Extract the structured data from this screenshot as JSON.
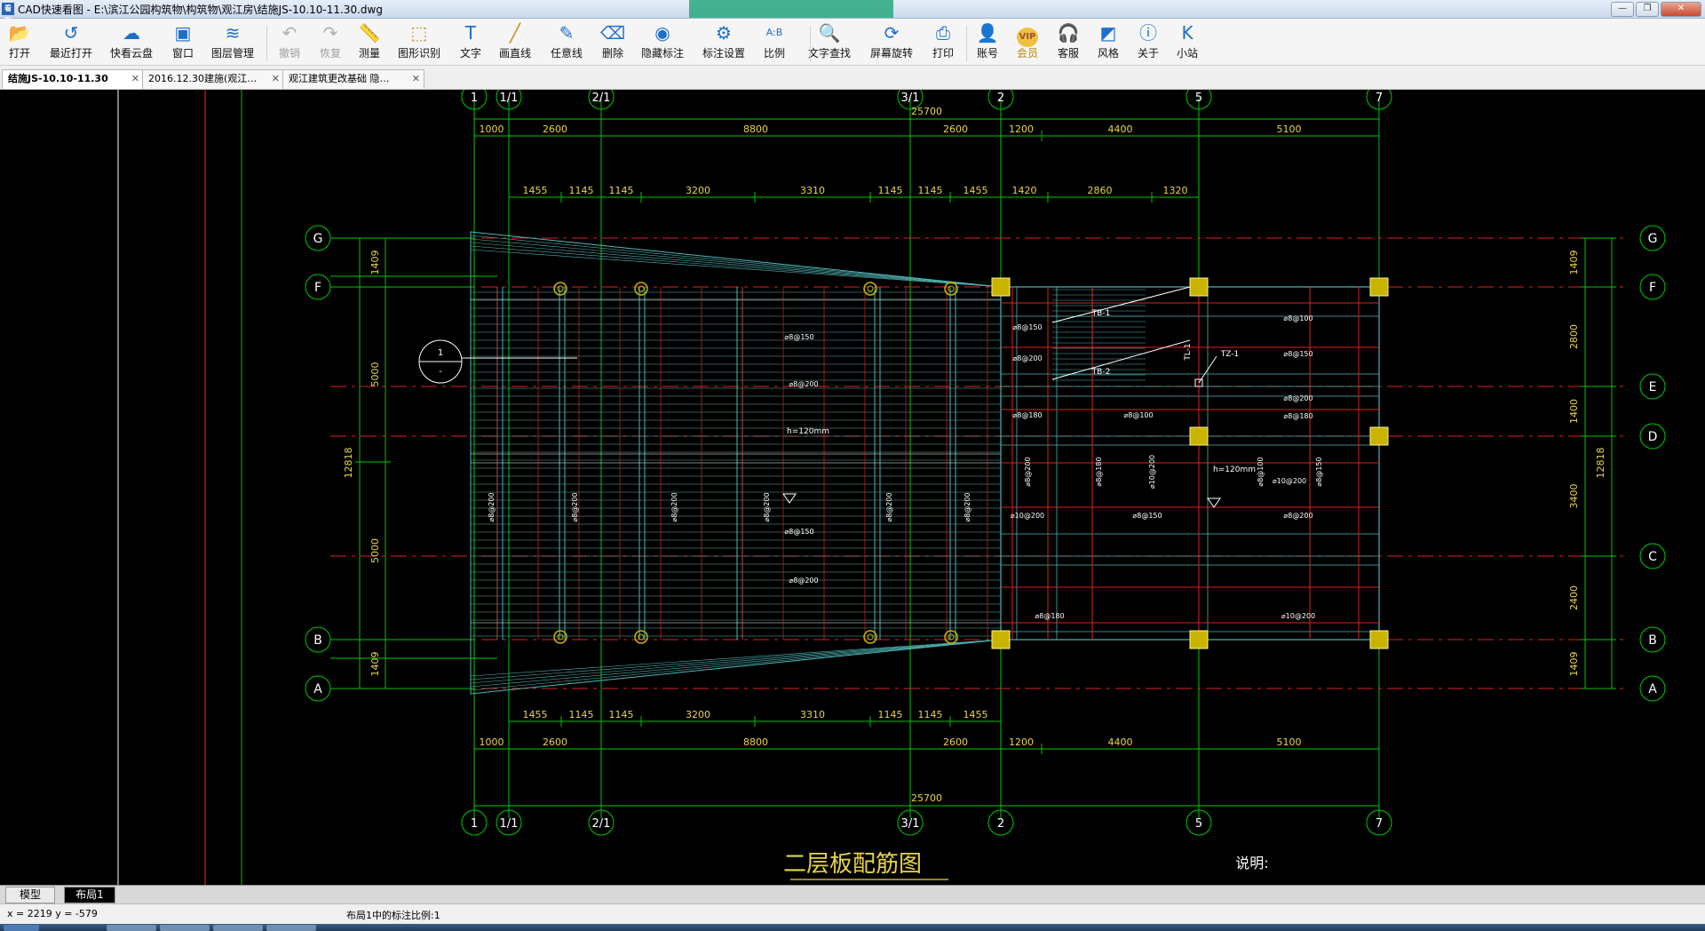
{
  "window": {
    "title": "CAD快速看图 - E:\\滨江公园构筑物\\构筑物\\观江房\\结施JS-10.10-11.30.dwg",
    "app_icon": "看图",
    "min": "—",
    "max": "❐",
    "close": "✕"
  },
  "toolbar": [
    {
      "id": "open",
      "label": "打开",
      "icon": "folder-open-icon",
      "glyph": "📂",
      "color": "#1e6fc9",
      "enabled": true
    },
    {
      "id": "recent",
      "label": "最近打开",
      "icon": "history-icon",
      "glyph": "↺",
      "color": "#1e6fc9",
      "enabled": true
    },
    {
      "id": "cloud",
      "label": "快看云盘",
      "icon": "cloud-icon",
      "glyph": "☁",
      "color": "#1e6fc9",
      "enabled": true
    },
    {
      "id": "window",
      "label": "窗口",
      "icon": "window-icon",
      "glyph": "▣",
      "color": "#1e6fc9",
      "enabled": true
    },
    {
      "id": "layers",
      "label": "图层管理",
      "icon": "layers-icon",
      "glyph": "≋",
      "color": "#1e6fc9",
      "enabled": true
    },
    {
      "id": "undo",
      "label": "撤销",
      "icon": "undo-icon",
      "glyph": "↶",
      "color": "#b0b0b0",
      "enabled": false
    },
    {
      "id": "redo",
      "label": "恢复",
      "icon": "redo-icon",
      "glyph": "↷",
      "color": "#b0b0b0",
      "enabled": false
    },
    {
      "id": "measure",
      "label": "测量",
      "icon": "ruler-icon",
      "glyph": "📏",
      "color": "#1e6fc9",
      "enabled": true
    },
    {
      "id": "recognize",
      "label": "图形识别",
      "icon": "shape-recognize-icon",
      "glyph": "⬚",
      "color": "#d08a1a",
      "enabled": true
    },
    {
      "id": "text",
      "label": "文字",
      "icon": "text-icon",
      "glyph": "T",
      "color": "#1e6fc9",
      "enabled": true
    },
    {
      "id": "line",
      "label": "画直线",
      "icon": "line-icon",
      "glyph": "╱",
      "color": "#d08a1a",
      "enabled": true
    },
    {
      "id": "freeline",
      "label": "任意线",
      "icon": "pen-icon",
      "glyph": "✎",
      "color": "#1e6fc9",
      "enabled": true
    },
    {
      "id": "delete",
      "label": "删除",
      "icon": "eraser-icon",
      "glyph": "⌫",
      "color": "#1e6fc9",
      "enabled": true
    },
    {
      "id": "hide",
      "label": "隐藏标注",
      "icon": "eye-hide-icon",
      "glyph": "◉",
      "color": "#1e6fc9",
      "enabled": true
    },
    {
      "id": "annot",
      "label": "标注设置",
      "icon": "annotation-settings-icon",
      "glyph": "⚙",
      "color": "#1e6fc9",
      "enabled": true
    },
    {
      "id": "scale",
      "label": "比例",
      "icon": "scale-icon",
      "glyph": "A:B",
      "color": "#1e6fc9",
      "enabled": true
    },
    {
      "id": "find",
      "label": "文字查找",
      "icon": "text-search-icon",
      "glyph": "🔍",
      "color": "#1e6fc9",
      "enabled": true
    },
    {
      "id": "rotate",
      "label": "屏幕旋转",
      "icon": "rotate-screen-icon",
      "glyph": "⟳",
      "color": "#1e6fc9",
      "enabled": true
    },
    {
      "id": "print",
      "label": "打印",
      "icon": "printer-icon",
      "glyph": "⎙",
      "color": "#1e6fc9",
      "enabled": true
    },
    {
      "id": "account",
      "label": "账号",
      "icon": "user-icon",
      "glyph": "👤",
      "color": "#1e6fc9",
      "enabled": true
    },
    {
      "id": "vip",
      "label": "会员",
      "icon": "vip-icon",
      "glyph": "VIP",
      "color": "#b8860b",
      "enabled": true
    },
    {
      "id": "service",
      "label": "客服",
      "icon": "headset-icon",
      "glyph": "🎧",
      "color": "#1e6fc9",
      "enabled": true
    },
    {
      "id": "style",
      "label": "风格",
      "icon": "style-icon",
      "glyph": "◩",
      "color": "#1e6fc9",
      "enabled": true
    },
    {
      "id": "about",
      "label": "关于",
      "icon": "info-icon",
      "glyph": "ⓘ",
      "color": "#1e6fc9",
      "enabled": true
    },
    {
      "id": "site",
      "label": "小站",
      "icon": "k-site-icon",
      "glyph": "K",
      "color": "#1e6fc9",
      "enabled": true
    }
  ],
  "tabs": [
    {
      "label": "结施JS-10.10-11.30",
      "active": true
    },
    {
      "label": "2016.12.30建施(观江…",
      "active": false
    },
    {
      "label": "观江建筑更改基础 隐…",
      "active": false
    }
  ],
  "drawing": {
    "title": "二层板配筋图",
    "note_label": "说明:",
    "grid_cols": [
      "1",
      "1/1",
      "2/1",
      "3/1",
      "2",
      "5",
      "7"
    ],
    "grid_rows": [
      "G",
      "F",
      "E",
      "D",
      "C",
      "B",
      "A"
    ],
    "dim_overall": "25700",
    "dim_row1": [
      "1000",
      "2600",
      "8800",
      "2600",
      "1200",
      "4400",
      "5100"
    ],
    "dim_row2": [
      "1455",
      "1145",
      "1145",
      "3200",
      "3310",
      "1145",
      "1145",
      "1455"
    ],
    "dim_row3": [
      "1420",
      "2860",
      "1320"
    ],
    "dim_left": [
      "1409",
      "5000",
      "5000",
      "1409"
    ],
    "dim_left_total": "12818",
    "dim_right": [
      "1409",
      "2800",
      "1400",
      "3400",
      "2400",
      "1409"
    ],
    "dim_right_total": "12818",
    "slab_thickness": "h=120mm",
    "rebar_labels": [
      "⌀8@150",
      "⌀8@200",
      "⌀8@180",
      "⌀10@200",
      "⌀8@100"
    ],
    "stair_labels": [
      "TB-1",
      "TB-2",
      "TL-1",
      "TZ-1"
    ],
    "section_mark": [
      "1",
      "-"
    ]
  },
  "layout_tabs": {
    "model": "模型",
    "layout": "布局1"
  },
  "status": {
    "coords": "x = 2219  y = -579",
    "scale_info": "布局1中的标注比例:1"
  },
  "colors": {
    "background": "#000000",
    "grid": "#00c800",
    "axis_red": "#e02020",
    "slab_cyan": "#4fb3b3",
    "column_yellow": "#c8b400",
    "text_yellow": "#e8d44a",
    "white": "#ffffff"
  }
}
